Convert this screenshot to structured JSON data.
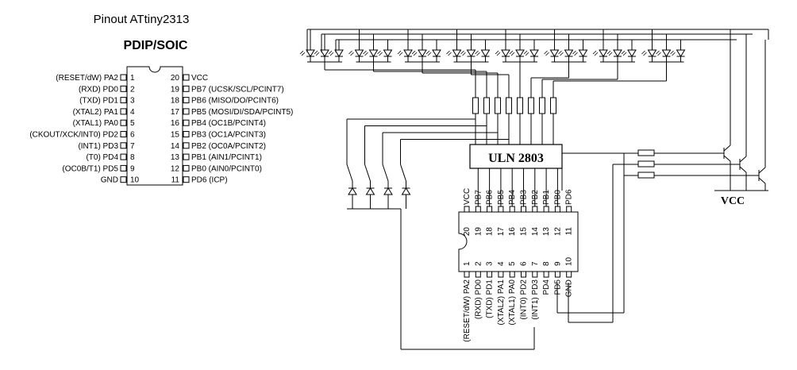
{
  "pinout": {
    "title": "Pinout ATtiny2313",
    "package": "PDIP/SOIC",
    "left_pins": [
      {
        "num": "1",
        "label": "(RESET/dW) PA2"
      },
      {
        "num": "2",
        "label": "(RXD) PD0"
      },
      {
        "num": "3",
        "label": "(TXD) PD1"
      },
      {
        "num": "4",
        "label": "(XTAL2) PA1"
      },
      {
        "num": "5",
        "label": "(XTAL1) PA0"
      },
      {
        "num": "6",
        "label": "(CKOUT/XCK/INT0) PD2"
      },
      {
        "num": "7",
        "label": "(INT1) PD3"
      },
      {
        "num": "8",
        "label": "(T0) PD4"
      },
      {
        "num": "9",
        "label": "(OC0B/T1) PD5"
      },
      {
        "num": "10",
        "label": "GND"
      }
    ],
    "right_pins": [
      {
        "num": "20",
        "label": "VCC"
      },
      {
        "num": "19",
        "label": "PB7 (UCSK/SCL/PCINT7)"
      },
      {
        "num": "18",
        "label": "PB6 (MISO/DO/PCINT6)"
      },
      {
        "num": "17",
        "label": "PB5 (MOSI/DI/SDA/PCINT5)"
      },
      {
        "num": "16",
        "label": "PB4 (OC1B/PCINT4)"
      },
      {
        "num": "15",
        "label": "PB3 (OC1A/PCINT3)"
      },
      {
        "num": "14",
        "label": "PB2 (OC0A/PCINT2)"
      },
      {
        "num": "13",
        "label": "PB1 (AIN1/PCINT1)"
      },
      {
        "num": "12",
        "label": "PB0 (AIN0/PCINT0)"
      },
      {
        "num": "11",
        "label": "PD6 (ICP)"
      }
    ]
  },
  "schematic": {
    "driver_label": "ULN 2803",
    "supply_label": "VCC",
    "chip_top": [
      {
        "num": "20",
        "label": "VCC"
      },
      {
        "num": "19",
        "label": "PB7"
      },
      {
        "num": "18",
        "label": "PB6"
      },
      {
        "num": "17",
        "label": "PB5"
      },
      {
        "num": "16",
        "label": "PB4"
      },
      {
        "num": "15",
        "label": "PB3"
      },
      {
        "num": "14",
        "label": "PB2"
      },
      {
        "num": "13",
        "label": "PB1"
      },
      {
        "num": "12",
        "label": "PB0"
      },
      {
        "num": "11",
        "label": "PD6"
      }
    ],
    "chip_bottom": [
      {
        "num": "1",
        "label": "(RESET/dW) PA2"
      },
      {
        "num": "2",
        "label": "(RXD) PD0"
      },
      {
        "num": "3",
        "label": "(TXD) PD1"
      },
      {
        "num": "4",
        "label": "(XTAL2) PA1"
      },
      {
        "num": "5",
        "label": "(XTAL1) PA0"
      },
      {
        "num": "6",
        "label": "(INT0) PD2"
      },
      {
        "num": "7",
        "label": "(INT1) PD3"
      },
      {
        "num": "8",
        "label": "PD4"
      },
      {
        "num": "9",
        "label": "PD5"
      },
      {
        "num": "10",
        "label": "GND"
      }
    ]
  }
}
